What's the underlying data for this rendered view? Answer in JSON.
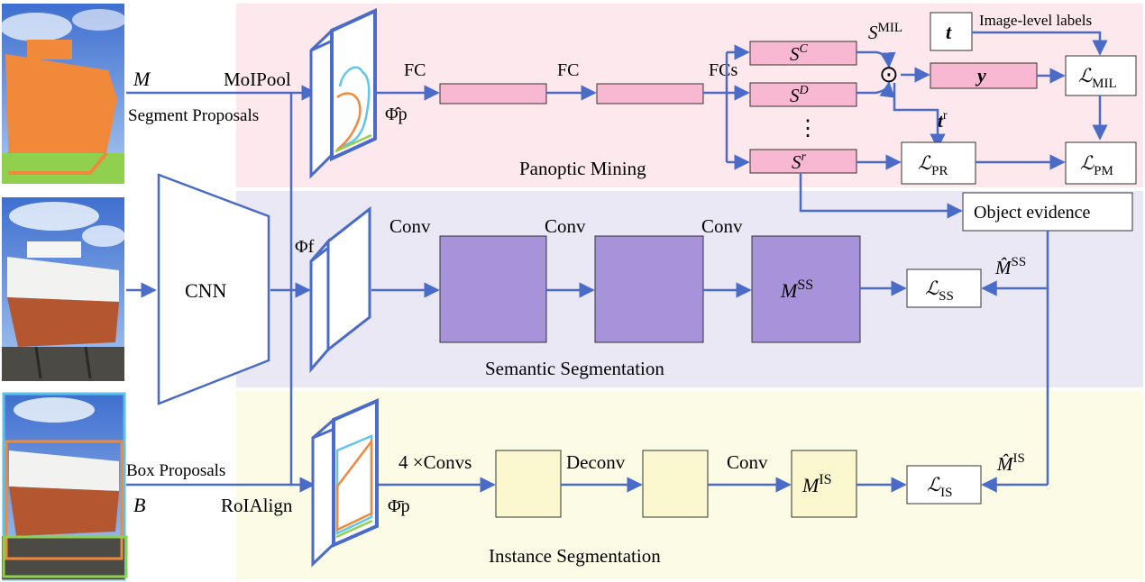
{
  "sections": {
    "panoptic": "Panoptic Mining",
    "semantic": "Semantic Segmentation",
    "instance": "Instance Segmentation"
  },
  "inputs": {
    "m_symbol": "M",
    "segment_proposals": "Segment Proposals",
    "box_proposals": "Box Proposals",
    "b_symbol": "B"
  },
  "ops": {
    "moipool": "MoIPool",
    "roialign": "RoIAlign",
    "cnn": "CNN",
    "fc1": "FC",
    "fc2": "FC",
    "fcs": "FCs",
    "conv1": "Conv",
    "conv2": "Conv",
    "conv3": "Conv",
    "convs4": "4 ×Convs",
    "deconv": "Deconv",
    "conv_is": "Conv"
  },
  "features": {
    "phi_hat_p": "Φ̂p",
    "phi_f": "Φf",
    "phi_bar_p": "Φ̄p"
  },
  "mining": {
    "s_c": "S",
    "s_c_sup": "C",
    "s_d": "S",
    "s_d_sup": "D",
    "dots": "⋮",
    "s_r": "S",
    "s_r_sup": "r",
    "s_mil": "S",
    "s_mil_sup": "MIL",
    "odot": "⊙",
    "t": "t",
    "image_level_labels": "Image-level labels",
    "y": "y",
    "t_r": "t",
    "t_r_sup": "r",
    "l_mil": "ℒ",
    "l_mil_sub": "MIL",
    "l_pr": "ℒ",
    "l_pr_sub": "PR",
    "l_pm": "ℒ",
    "l_pm_sub": "PM",
    "object_evidence": "Object evidence"
  },
  "semantic": {
    "m_ss": "M",
    "m_ss_sup": "SS",
    "l_ss": "ℒ",
    "l_ss_sub": "SS",
    "m_hat_ss": "M̂",
    "m_hat_ss_sup": "SS"
  },
  "instance": {
    "m_is": "M",
    "m_is_sup": "IS",
    "l_is": "ℒ",
    "l_is_sub": "IS",
    "m_hat_is": "M̂",
    "m_hat_is_sup": "IS"
  },
  "colors": {
    "arrow": "#4a6bc7",
    "pink_bg": "#fde8ee",
    "purple_bg": "#ebe8f6",
    "yellow_bg": "#fbfbe6",
    "pink_box": "#f9b8d2",
    "purple_box": "#a793d9",
    "yellow_box": "#fbf7cf"
  }
}
